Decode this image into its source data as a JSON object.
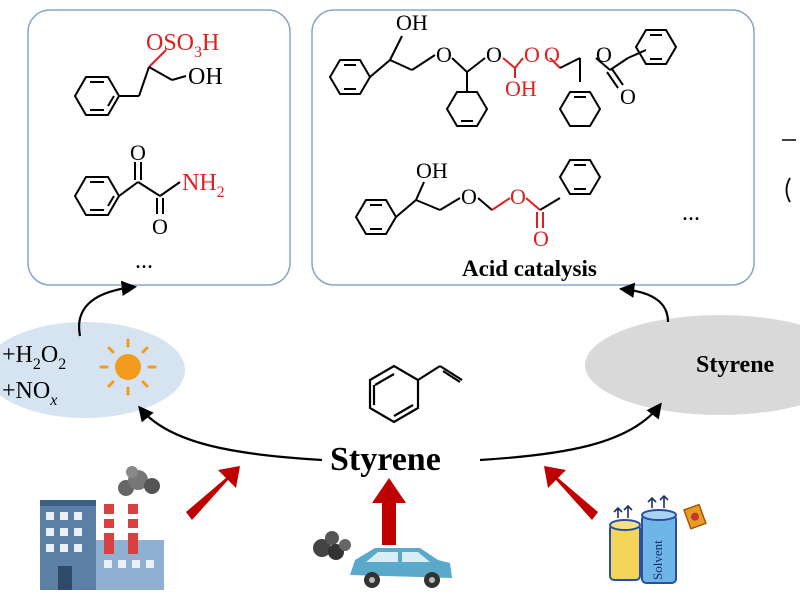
{
  "diagram": {
    "center_label": "Styrene",
    "right_pathway_label": "Styrene",
    "left_oxidants": {
      "h2o2": {
        "main": "+H",
        "sub1": "2",
        "mid": "O",
        "sub2": "2"
      },
      "nox": {
        "main": "+NO",
        "sub": "x"
      }
    },
    "left_box": {
      "mol1_substituent": {
        "a": "OSO",
        "b": "3",
        "c": "H"
      },
      "mol1_hydroxyl": "OH",
      "mol2_carbonyl_o": "O",
      "mol2_amine": {
        "a": "NH",
        "b": "2"
      },
      "ellipsis": "..."
    },
    "right_box": {
      "mol1_oh_top": "OH",
      "mol1_o_labels": [
        "O",
        "O",
        "O",
        "O",
        "O"
      ],
      "mol1_oh_bottom": "OH",
      "mol1_carbonyl_o": "O",
      "mol2_oh": "OH",
      "mol2_o1": "O",
      "mol2_o2": "O",
      "mol2_carbonyl_o": "O",
      "ellipsis": "...",
      "caption": "Acid catalysis"
    },
    "sources": {
      "solvent_label": "Solvent"
    },
    "colors": {
      "highlight_red": "#e02020",
      "box_border": "#8aa6c8",
      "left_ellipse": "#d6e4f2",
      "right_ellipse": "#d9d9d9",
      "arrow_red": "#c00000",
      "sun": "#f39b1c",
      "moon": "#2f5fc0"
    }
  }
}
